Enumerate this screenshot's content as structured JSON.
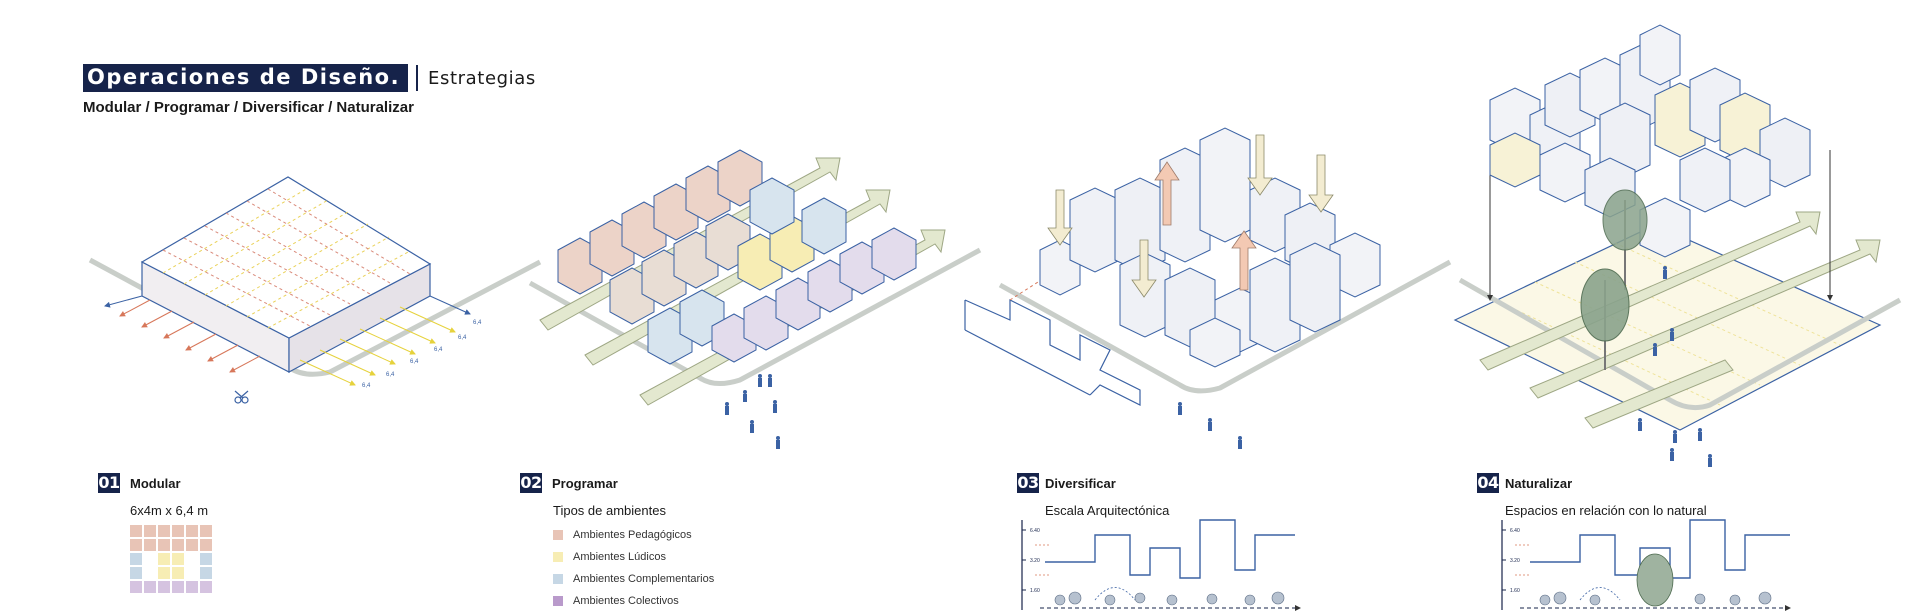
{
  "header": {
    "title": "Operaciones de Diseño.",
    "category": "Estrategias",
    "subtitle": "Modular / Programar / Diversificar / Naturalizar"
  },
  "colors": {
    "navy": "#16234a",
    "line_blue": "#3b62a4",
    "pedagogicos": "#e8c4b6",
    "ludicos": "#f7edb4",
    "complementarios": "#c6d7e5",
    "colectivos": "#d5c3e0",
    "path_gray": "#c9cec9",
    "arrow_green": "#e3e8cf",
    "arrow_peach": "#f3c9b3"
  },
  "panels": [
    {
      "number": "01",
      "title": "Modular",
      "description": "6x4m x 6,4 m",
      "grid_legend": [
        "ped",
        "ped",
        "ped",
        "ped",
        "ped",
        "ped",
        "ped",
        "ped",
        "ped",
        "ped",
        "ped",
        "ped",
        "comp",
        "none",
        "lud",
        "lud",
        "none",
        "comp",
        "comp",
        "none",
        "lud",
        "lud",
        "none",
        "comp",
        "col",
        "col",
        "col",
        "col",
        "col",
        "col"
      ],
      "dimension_labels": [
        "6,4",
        "6,4",
        "6,4",
        "6,4",
        "6,4",
        "6,4"
      ]
    },
    {
      "number": "02",
      "title": "Programar",
      "description": "Tipos de ambientes",
      "legend": [
        {
          "label": "Ambientes Pedagógicos",
          "color": "#e8c4b6"
        },
        {
          "label": "Ambientes Lúdicos",
          "color": "#f7edb4"
        },
        {
          "label": "Ambientes Complementarios",
          "color": "#c6d7e5"
        },
        {
          "label": "Ambientes Colectivos",
          "color": "#b99acb"
        }
      ]
    },
    {
      "number": "03",
      "title": "Diversificar",
      "description": "Escala Arquitectónica",
      "scale_ticks": [
        "6.40",
        "3.20",
        "1.60"
      ]
    },
    {
      "number": "04",
      "title": "Naturalizar",
      "description": "Espacios en relación con lo natural",
      "scale_ticks": [
        "6.40",
        "3.20",
        "1.60"
      ]
    }
  ]
}
